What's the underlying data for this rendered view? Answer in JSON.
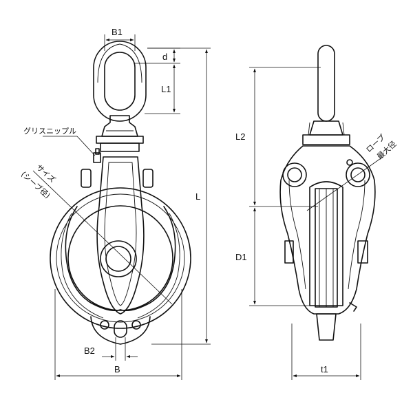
{
  "labels": {
    "b1": "B1",
    "d": "d",
    "l1": "L1",
    "l": "L",
    "b2": "B2",
    "b": "B",
    "l2": "L2",
    "d1": "D1",
    "t1": "t1",
    "grease_nipple": "グリスニップル",
    "size_line1": "サイズ",
    "size_line2": "(シーブ径)",
    "rope_line1": "ロープ",
    "rope_line2": "最大径"
  }
}
